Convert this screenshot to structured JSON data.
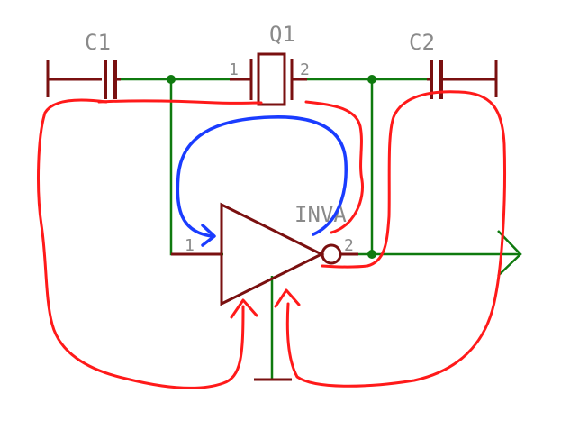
{
  "diagram": {
    "components": {
      "c1": {
        "ref": "C1"
      },
      "q1": {
        "ref": "Q1",
        "pin1": "1",
        "pin2": "2"
      },
      "c2": {
        "ref": "C2"
      },
      "inverter": {
        "ref": "INVA",
        "pin1": "1",
        "pin2": "2"
      }
    },
    "colors": {
      "symbol": "#7a1010",
      "wire": "#0f7a0f",
      "junction": "#0f7a0f",
      "label": "#8a8a8a",
      "annotation_red": "#ff1a1a",
      "annotation_blue": "#1a3cff"
    }
  }
}
